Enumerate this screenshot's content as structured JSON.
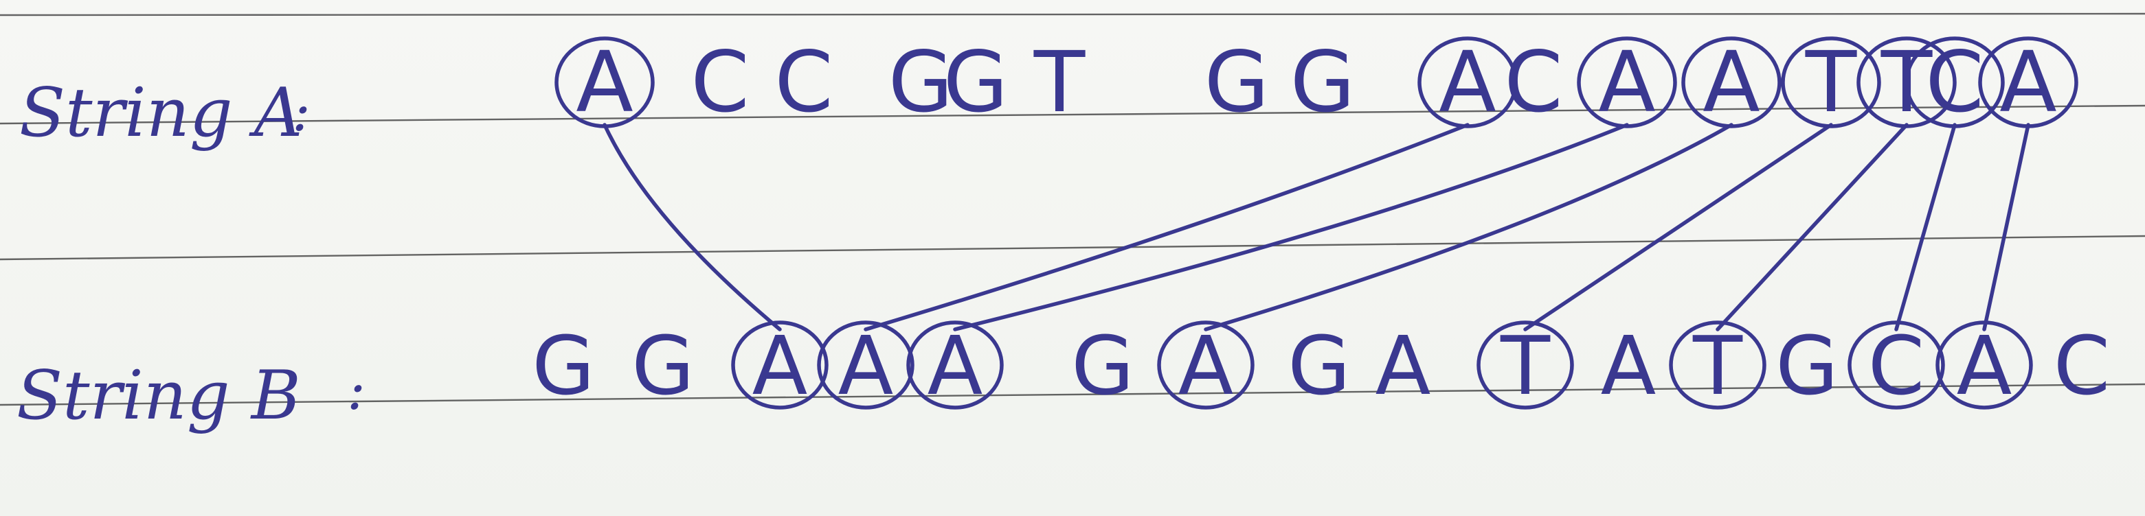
{
  "colors": {
    "ink": "#3a3890",
    "rule": "#4a4a4a"
  },
  "string_a": {
    "label": "String A",
    "separator": ":",
    "letters": [
      "A",
      "C",
      "C",
      "G",
      "G",
      "T",
      "G",
      "G",
      "A",
      "C",
      "A",
      "A",
      "T",
      "T",
      "C",
      "A"
    ],
    "circled": [
      true,
      false,
      false,
      false,
      false,
      false,
      false,
      false,
      true,
      false,
      true,
      true,
      true,
      true,
      true,
      true
    ]
  },
  "string_b": {
    "label": "String B",
    "separator": ":",
    "letters": [
      "G",
      "G",
      "A",
      "A",
      "A",
      "G",
      "A",
      "G",
      "A",
      "T",
      "A",
      "T",
      "G",
      "C",
      "A",
      "C"
    ],
    "circled": [
      false,
      false,
      true,
      true,
      true,
      false,
      true,
      false,
      false,
      true,
      false,
      true,
      false,
      true,
      true,
      false
    ]
  },
  "connections": [
    [
      0,
      2
    ],
    [
      8,
      3
    ],
    [
      10,
      4
    ],
    [
      11,
      6
    ],
    [
      12,
      9
    ],
    [
      13,
      11
    ],
    [
      14,
      13
    ],
    [
      15,
      14
    ]
  ]
}
